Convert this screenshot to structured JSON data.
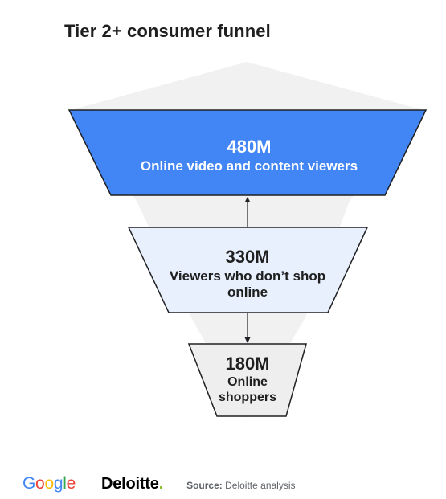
{
  "title": "Tier 2+ consumer funnel",
  "stages": [
    {
      "value": "480M",
      "label": "Online video and content viewers",
      "fill": "#4285f4"
    },
    {
      "value": "330M",
      "label": "Viewers who don’t shop online",
      "fill": "#e8f0fe"
    },
    {
      "value": "180M",
      "label": "Online shoppers",
      "fill": "#eeeeee"
    }
  ],
  "arrows": [
    {
      "from": "330M",
      "to": "480M",
      "direction": "up"
    },
    {
      "from": "330M",
      "to": "180M",
      "direction": "down"
    }
  ],
  "footer": {
    "google_logo": "Google",
    "deloitte_logo": "Deloitte",
    "deloitte_dot": ".",
    "source_label": "Source:",
    "source_text": "Deloitte analysis"
  },
  "colors": {
    "background_shape": "#f1f1f1",
    "google_blue": "#4285f4",
    "google_red": "#ea4335",
    "google_yellow": "#fbbc05",
    "google_green": "#34a853",
    "deloitte_green": "#86bc25"
  }
}
